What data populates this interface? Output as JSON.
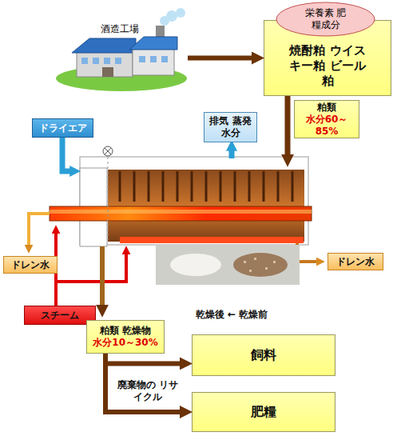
{
  "diagram": {
    "nodes": [
      {
        "text": [
          "酒造工場"
        ]
      },
      {
        "text": [
          "栄養素 肥糧成分"
        ]
      },
      {
        "text": [
          "焼酎粕 ウイスキー粕 ビール粕"
        ]
      },
      {
        "text": [
          "ドライエア"
        ]
      },
      {
        "text": [
          "排気 蒸発水分"
        ]
      },
      {
        "text": [
          "粕類",
          "水分60～85%"
        ]
      },
      {
        "text": [
          "ドレン水"
        ]
      },
      {
        "text": [
          "ドレン水"
        ]
      },
      {
        "text": [
          "スチーム"
        ]
      },
      {
        "text": [
          "粕類 乾燥物",
          "水分10～30%"
        ]
      },
      {
        "text": [
          "飼料"
        ]
      },
      {
        "text": [
          "肥糧"
        ]
      }
    ],
    "edges": [
      {
        "from": 0,
        "to": 2,
        "arrow": "to"
      },
      {
        "from": 9,
        "to": 10,
        "arrow": "to"
      },
      {
        "from": 9,
        "to": 11,
        "label": "廃棄物の リサイクル",
        "arrow": "to"
      }
    ],
    "labels": [
      "乾燥後 ← 乾燥前"
    ]
  }
}
